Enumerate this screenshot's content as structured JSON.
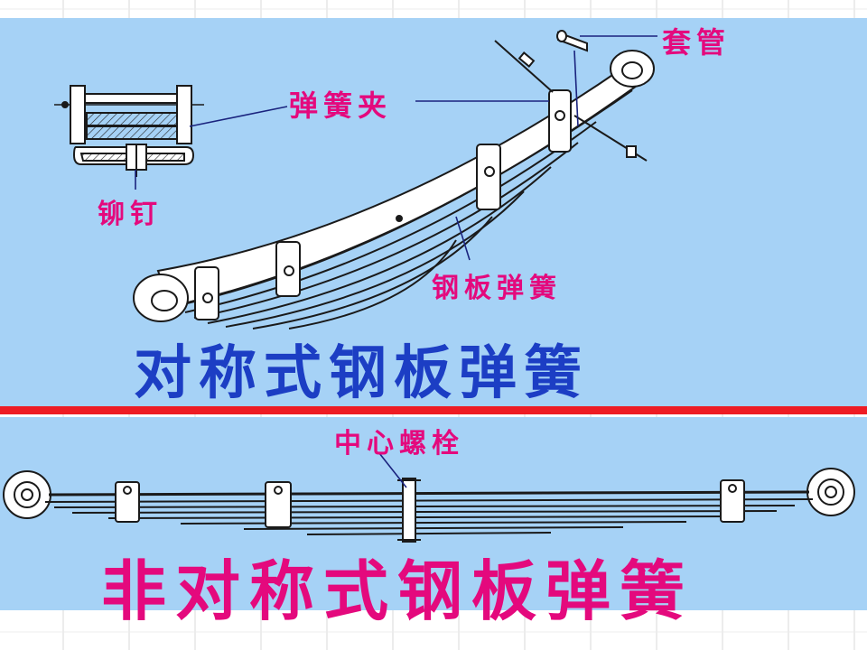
{
  "labels": {
    "sleeve": "套管",
    "spring_clip": "弹簧夹",
    "rivet": "铆钉",
    "leaf_spring": "钢板弹簧",
    "center_bolt": "中心螺栓"
  },
  "titles": {
    "symmetric": "对称式钢板弹簧",
    "asymmetric": "非对称式钢板弹簧"
  },
  "colors": {
    "panel_bg": "#a6d2f6",
    "label": "#e4097d",
    "title_top": "#1c3ec4",
    "title_bottom": "#e4097d",
    "divider": "#ee1c24",
    "leader_line": "#1a237e"
  }
}
